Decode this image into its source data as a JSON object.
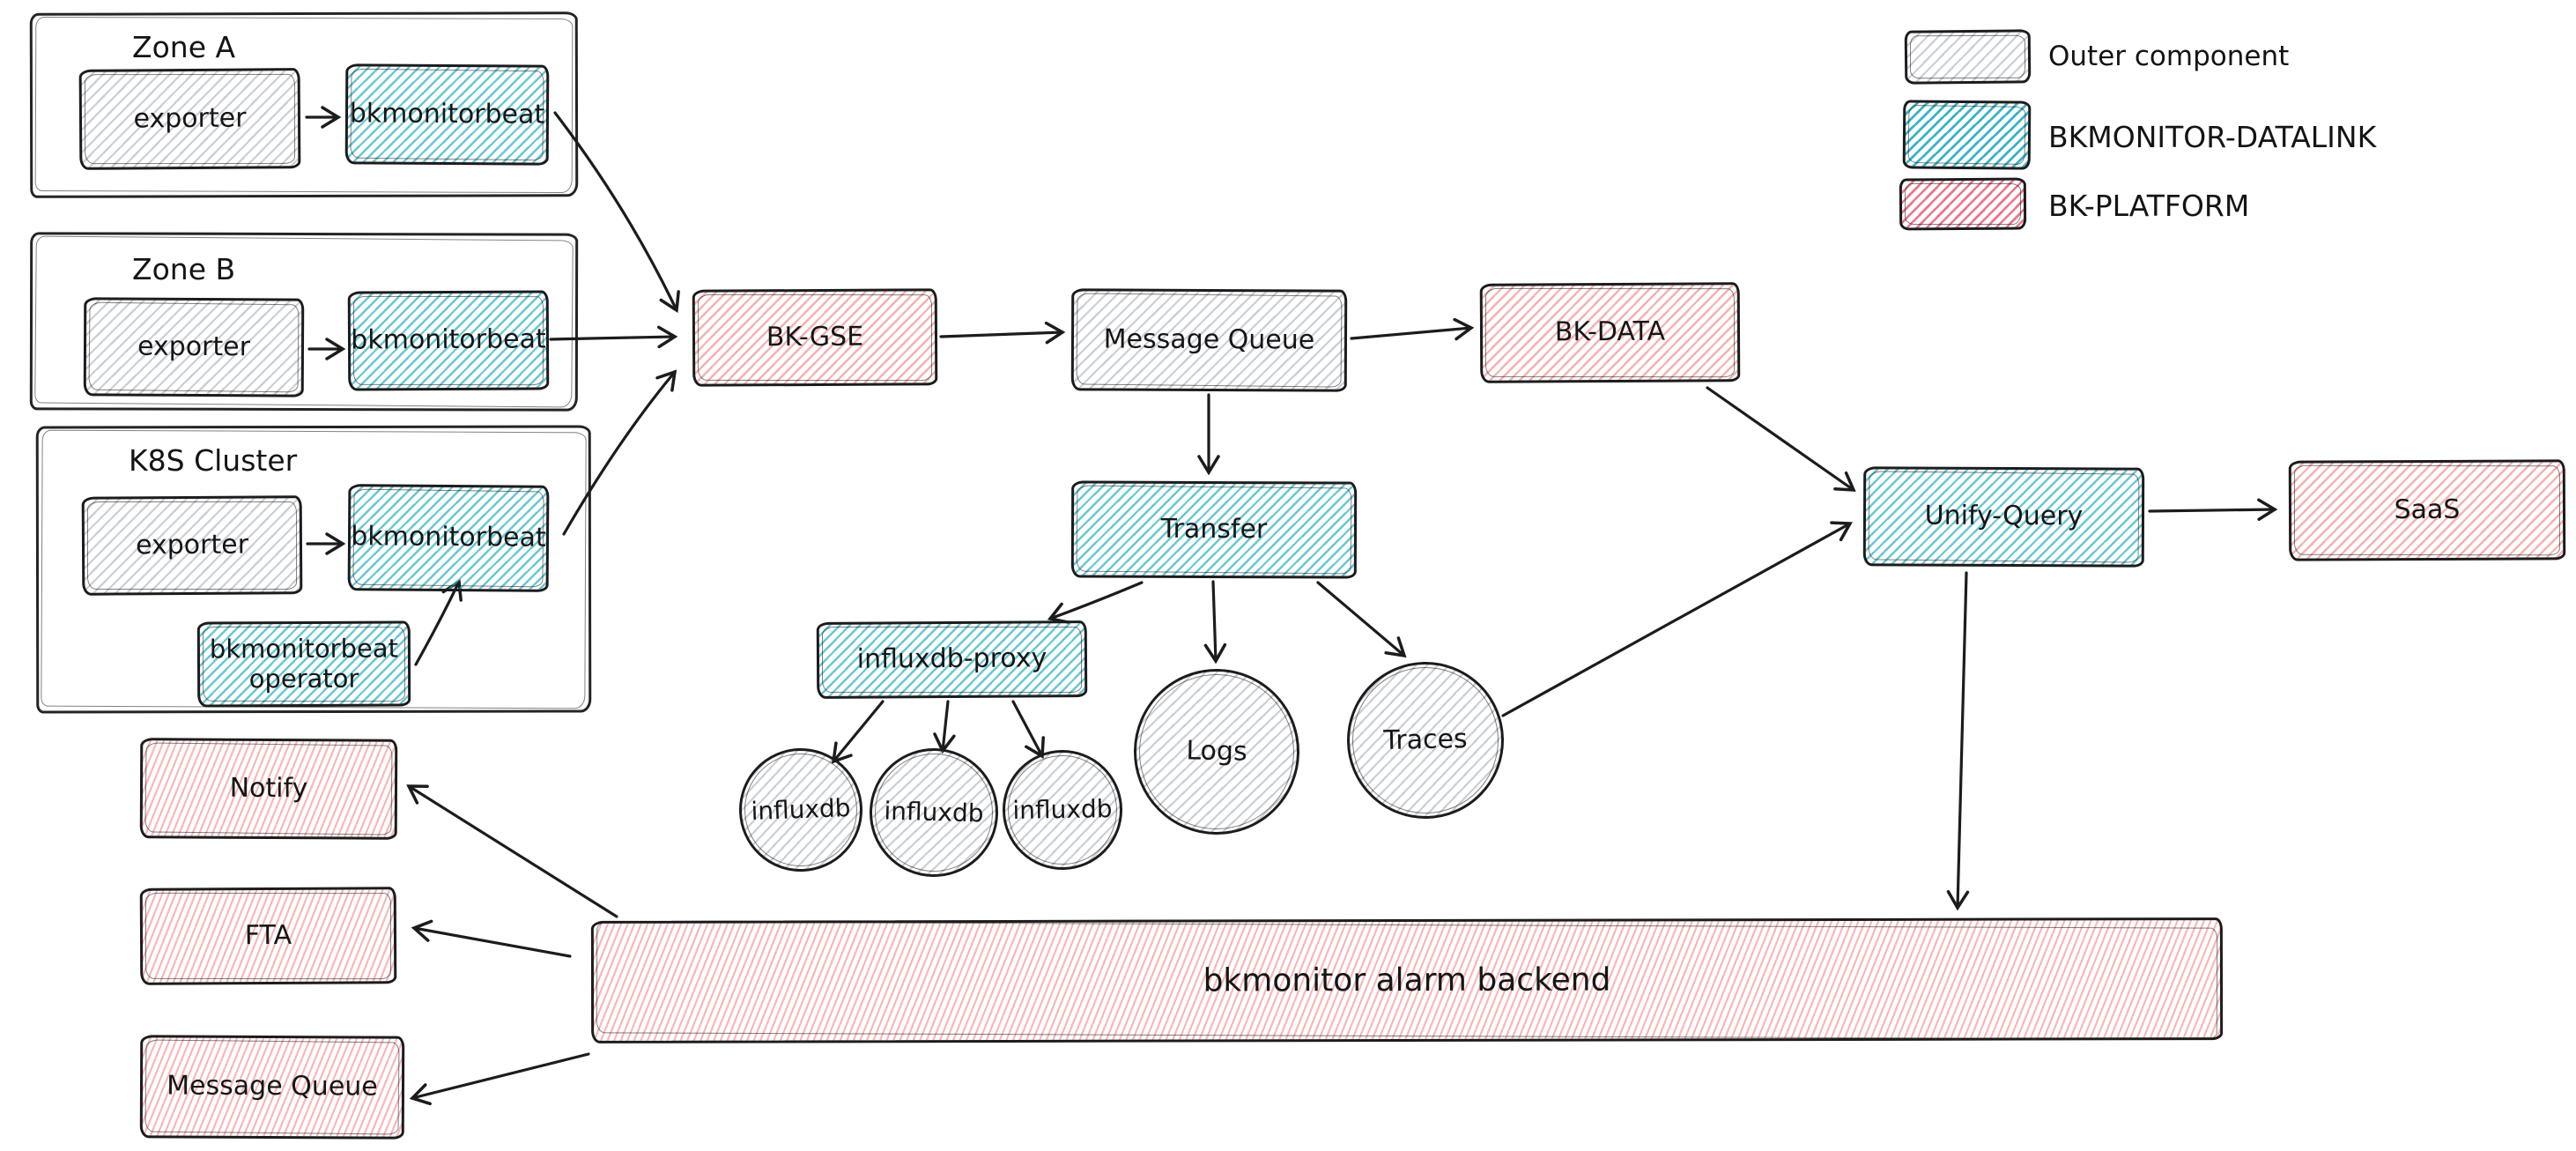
{
  "colors": {
    "outer_component": "#c8ced6",
    "bkmonitor_datalink": "#1fb0c4",
    "bk_platform": "#e84e6a",
    "platform_box_fill": "#f27b79",
    "stroke": "#1c1c1c",
    "background": "#ffffff"
  },
  "legend": {
    "items": [
      {
        "label": "Outer component",
        "color": "#c8ced6"
      },
      {
        "label": "BKMONITOR-DATALINK",
        "color": "#1fb0c4"
      },
      {
        "label": "BK-PLATFORM",
        "color": "#e84e6a"
      }
    ]
  },
  "groups": {
    "zone_a": "Zone A",
    "zone_b": "Zone B",
    "k8s": "K8S Cluster"
  },
  "nodes": {
    "zone_a_exporter": "exporter",
    "zone_a_bkmonitorbeat": "bkmonitorbeat",
    "zone_b_exporter": "exporter",
    "zone_b_bkmonitorbeat": "bkmonitorbeat",
    "k8s_exporter": "exporter",
    "k8s_bkmonitorbeat": "bkmonitorbeat",
    "k8s_operator": "bkmonitorbeat operator",
    "bk_gse": "BK-GSE",
    "message_queue": "Message Queue",
    "bk_data": "BK-DATA",
    "transfer": "Transfer",
    "influxdb_proxy": "influxdb-proxy",
    "influxdb_1": "influxdb",
    "influxdb_2": "influxdb",
    "influxdb_3": "influxdb",
    "logs": "Logs",
    "traces": "Traces",
    "unify_query": "Unify-Query",
    "saas": "SaaS",
    "notify": "Notify",
    "fta": "FTA",
    "alarm_message_queue": "Message Queue",
    "alarm_backend": "bkmonitor alarm backend"
  },
  "edges": [
    {
      "from": "zone-a/exporter",
      "to": "zone-a/bkmonitorbeat"
    },
    {
      "from": "zone-b/exporter",
      "to": "zone-b/bkmonitorbeat"
    },
    {
      "from": "k8s-cluster/exporter",
      "to": "k8s-cluster/bkmonitorbeat"
    },
    {
      "from": "k8s-cluster/bkmonitorbeat-operator",
      "to": "k8s-cluster/bkmonitorbeat"
    },
    {
      "from": "zone-a/bkmonitorbeat",
      "to": "bk-gse"
    },
    {
      "from": "zone-b/bkmonitorbeat",
      "to": "bk-gse"
    },
    {
      "from": "k8s-cluster/bkmonitorbeat",
      "to": "bk-gse"
    },
    {
      "from": "bk-gse",
      "to": "message-queue"
    },
    {
      "from": "message-queue",
      "to": "bk-data"
    },
    {
      "from": "message-queue",
      "to": "transfer"
    },
    {
      "from": "transfer",
      "to": "influxdb-proxy"
    },
    {
      "from": "transfer",
      "to": "logs"
    },
    {
      "from": "transfer",
      "to": "traces"
    },
    {
      "from": "influxdb-proxy",
      "to": "influxdb-1"
    },
    {
      "from": "influxdb-proxy",
      "to": "influxdb-2"
    },
    {
      "from": "influxdb-proxy",
      "to": "influxdb-3"
    },
    {
      "from": "bk-data",
      "to": "unify-query"
    },
    {
      "from": "traces",
      "to": "unify-query"
    },
    {
      "from": "unify-query",
      "to": "saas"
    },
    {
      "from": "unify-query",
      "to": "bkmonitor-alarm-backend"
    },
    {
      "from": "bkmonitor-alarm-backend",
      "to": "notify"
    },
    {
      "from": "bkmonitor-alarm-backend",
      "to": "fta"
    },
    {
      "from": "bkmonitor-alarm-backend",
      "to": "alarm-message-queue"
    }
  ]
}
